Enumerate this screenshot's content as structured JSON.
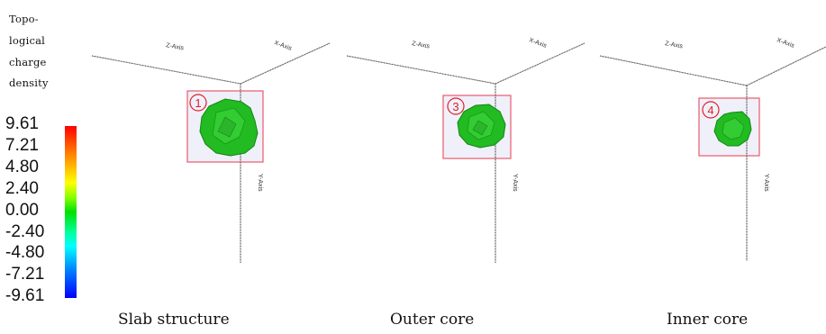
{
  "legend": {
    "title_lines": [
      "Topo-",
      "logical",
      "charge",
      "density"
    ],
    "ticks": [
      "9.61",
      "7.21",
      "4.80",
      "2.40",
      "0.00",
      "-2.40",
      "-4.80",
      "-7.21",
      "-9.61"
    ]
  },
  "panels": [
    {
      "marker": "1",
      "caption": "Slab structure",
      "z_axis": "Z-Axis",
      "x_axis": "X-Axis",
      "y_axis": "Y-Axis"
    },
    {
      "marker": "3",
      "caption": "Outer core",
      "z_axis": "Z-Axis",
      "x_axis": "X-Axis",
      "y_axis": "Y-Axis"
    },
    {
      "marker": "4",
      "caption": "Inner core",
      "z_axis": "Z-Axis",
      "x_axis": "X-Axis",
      "y_axis": "Y-Axis"
    }
  ],
  "colors": {
    "blob": "#22bb22",
    "blob_dark": "#118811",
    "box_stroke": "#e85a6a",
    "box_fill": "#f0f0fa",
    "marker": "#e0202a"
  }
}
